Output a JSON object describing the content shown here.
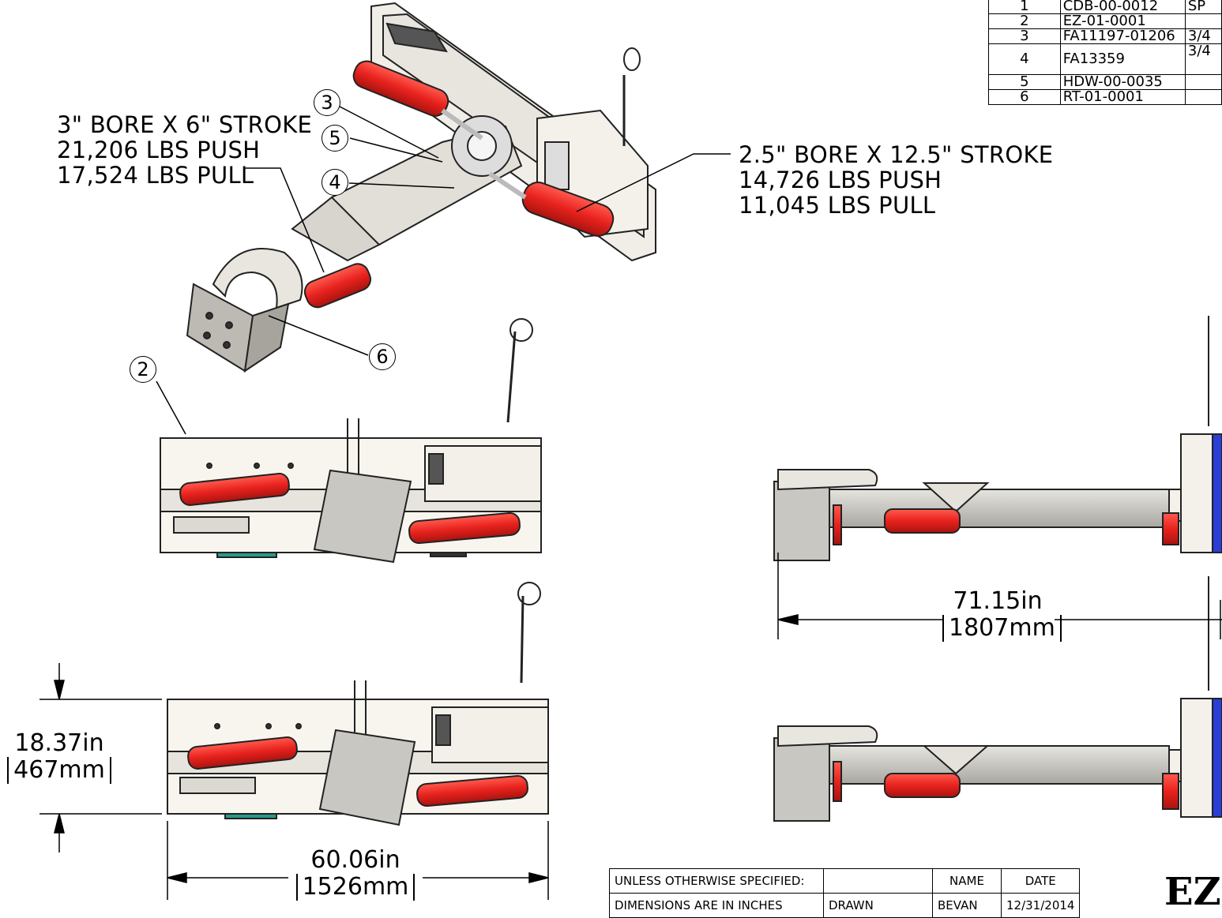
{
  "bom": {
    "rows": [
      {
        "item": "1",
        "part": "CDB-00-0012",
        "desc": "SP"
      },
      {
        "item": "2",
        "part": "EZ-01-0001",
        "desc": ""
      },
      {
        "item": "3",
        "part": "FA11197-01206",
        "desc": "3/4"
      },
      {
        "item": "4",
        "part": "FA13359",
        "desc": "3/4"
      },
      {
        "item": "5",
        "part": "HDW-00-0035",
        "desc": ""
      },
      {
        "item": "6",
        "part": "RT-01-0001",
        "desc": ""
      }
    ]
  },
  "callouts": {
    "cyl_small": {
      "line1": "3\" BORE X 6\" STROKE",
      "line2": "21,206 LBS PUSH",
      "line3": "17,524 LBS PULL"
    },
    "cyl_large": {
      "line1": "2.5\" BORE X 12.5\" STROKE",
      "line2": "14,726 LBS PUSH",
      "line3": "11,045 LBS PULL"
    }
  },
  "balloons": [
    "3",
    "5",
    "4",
    "6",
    "2"
  ],
  "dimensions": {
    "length": {
      "imperial": "71.15in",
      "metric": "1807mm"
    },
    "height": {
      "imperial": "18.37in",
      "metric": "467mm"
    },
    "width": {
      "imperial": "60.06in",
      "metric": "1526mm"
    }
  },
  "title_block": {
    "note": "UNLESS OTHERWISE SPECIFIED:",
    "col_name": "NAME",
    "col_date": "DATE",
    "note2": "DIMENSIONS ARE IN INCHES",
    "drawn_label": "DRAWN",
    "drawn_name": "BEVAN",
    "drawn_date": "12/31/2014",
    "drawing_id": "EZ"
  },
  "colors": {
    "cylinder": "#e8221e",
    "steel": "#c9c7c2",
    "plate": "#f7f4ee",
    "accent": "#2a3fd6"
  }
}
